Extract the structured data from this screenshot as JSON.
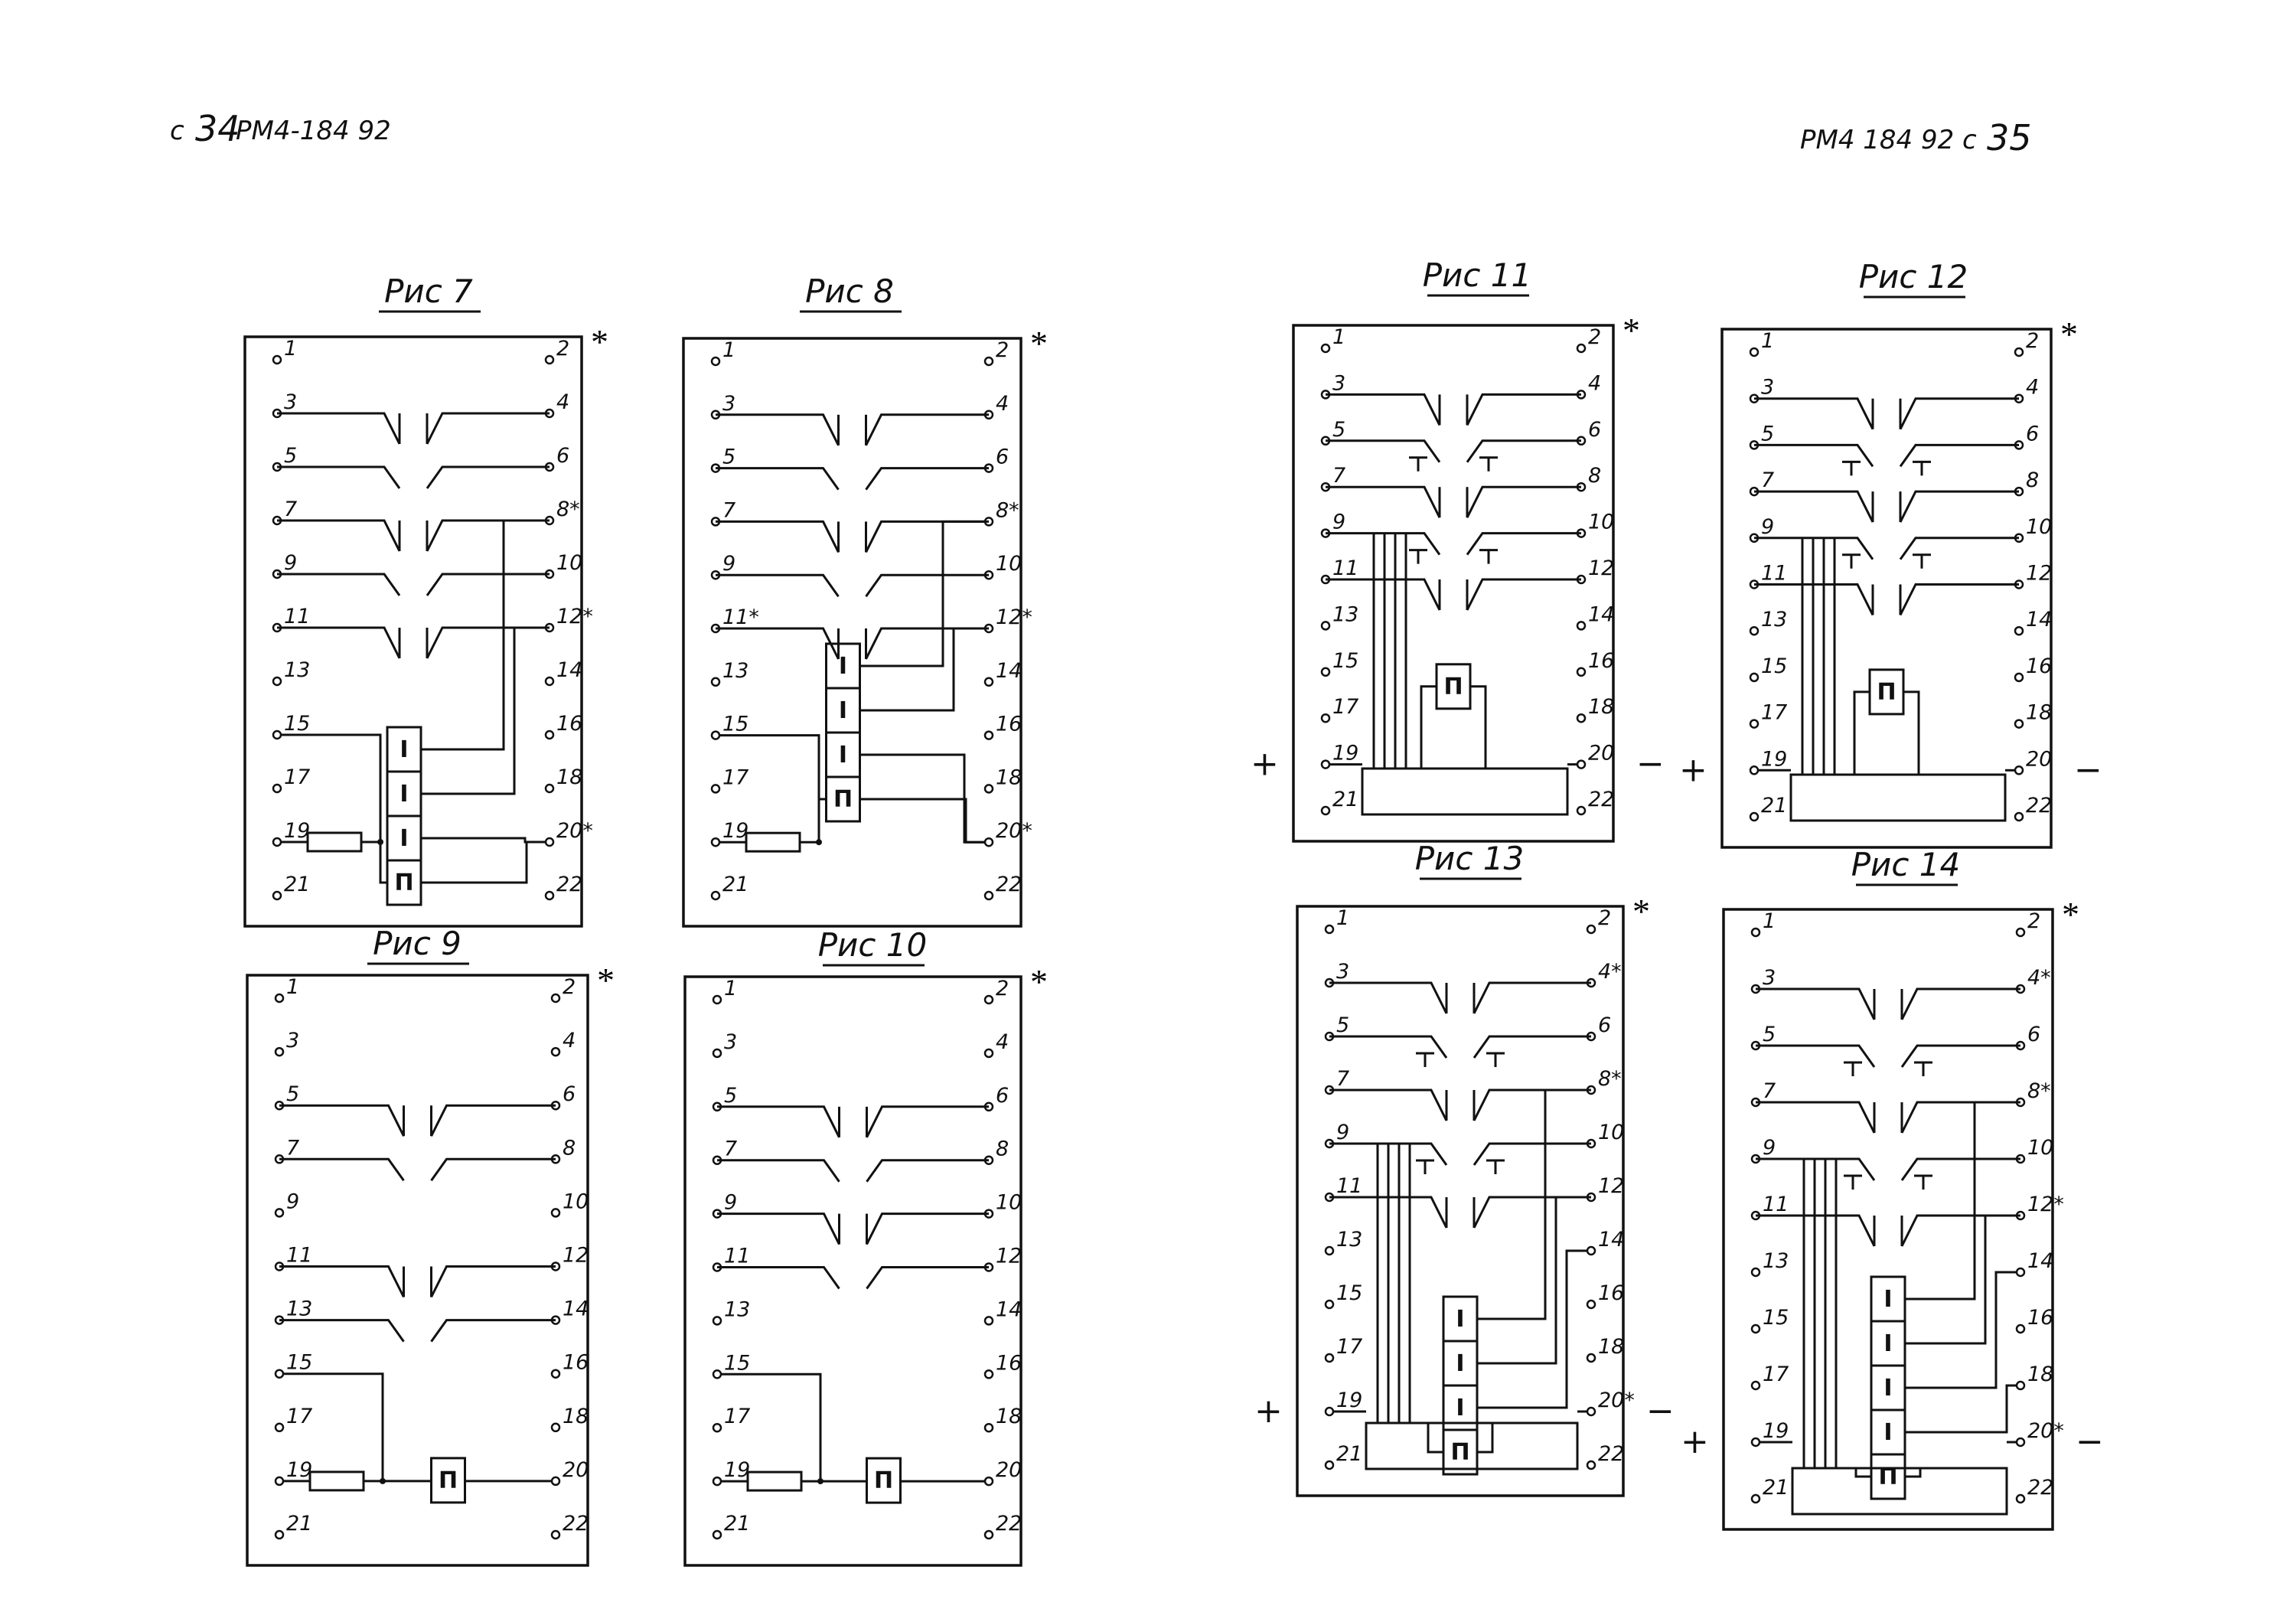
{
  "header": {
    "left_prefix": "с",
    "left_page": "34",
    "left_doc": "РМ4-184 92",
    "right_doc": "РМ4 184 92 с",
    "right_page": "35"
  },
  "figures": [
    {
      "id": "fig7",
      "title": "Рис 7",
      "corner_mark": "*",
      "polarity": null,
      "terminals_left": [
        "1",
        "3",
        "5",
        "7",
        "9",
        "11",
        "13",
        "15",
        "17",
        "19",
        "21"
      ],
      "terminals_right": [
        "2",
        "4",
        "6",
        "8*",
        "10",
        "12*",
        "14",
        "16",
        "18",
        "20*",
        "22"
      ],
      "coil_cells": [
        "I",
        "I",
        "I",
        "П"
      ],
      "resistor": true
    },
    {
      "id": "fig8",
      "title": "Рис 8",
      "corner_mark": "*",
      "polarity": null,
      "terminals_left": [
        "1",
        "3",
        "5",
        "7",
        "9",
        "11*",
        "13",
        "15",
        "17",
        "19",
        "21"
      ],
      "terminals_right": [
        "2",
        "4",
        "6",
        "8*",
        "10",
        "12*",
        "14",
        "16",
        "18",
        "20*",
        "22"
      ],
      "coil_cells": [
        "I",
        "I",
        "I",
        "П"
      ],
      "resistor": true
    },
    {
      "id": "fig9",
      "title": "Рис 9",
      "corner_mark": "*",
      "polarity": null,
      "terminals_left": [
        "1",
        "3",
        "5",
        "7",
        "9",
        "11",
        "13",
        "15",
        "17",
        "19",
        "21"
      ],
      "terminals_right": [
        "2",
        "4",
        "6",
        "8",
        "10",
        "12",
        "14",
        "16",
        "18",
        "20",
        "22"
      ],
      "coil_cells": [
        "П"
      ],
      "resistor": true
    },
    {
      "id": "fig10",
      "title": "Рис 10",
      "corner_mark": "*",
      "polarity": null,
      "terminals_left": [
        "1",
        "3",
        "5",
        "7",
        "9",
        "11",
        "13",
        "15",
        "17",
        "19",
        "21"
      ],
      "terminals_right": [
        "2",
        "4",
        "6",
        "8",
        "10",
        "12",
        "14",
        "16",
        "18",
        "20",
        "22"
      ],
      "coil_cells": [
        "П"
      ],
      "resistor": true
    },
    {
      "id": "fig11",
      "title": "Рис 11",
      "corner_mark": "*",
      "polarity": [
        "+",
        "−"
      ],
      "terminals_left": [
        "1",
        "3",
        "5",
        "7",
        "9",
        "11",
        "13",
        "15",
        "17",
        "19",
        "21"
      ],
      "terminals_right": [
        "2",
        "4",
        "6",
        "8",
        "10",
        "12",
        "14",
        "16",
        "18",
        "20",
        "22"
      ],
      "coil_cells": [
        "П"
      ],
      "resistor": false
    },
    {
      "id": "fig12",
      "title": "Рис 12",
      "corner_mark": "*",
      "polarity": [
        "+",
        "−"
      ],
      "terminals_left": [
        "1",
        "3",
        "5",
        "7",
        "9",
        "11",
        "13",
        "15",
        "17",
        "19",
        "21"
      ],
      "terminals_right": [
        "2",
        "4",
        "6",
        "8",
        "10",
        "12",
        "14",
        "16",
        "18",
        "20",
        "22"
      ],
      "coil_cells": [
        "П"
      ],
      "resistor": false
    },
    {
      "id": "fig13",
      "title": "Рис 13",
      "corner_mark": "*",
      "polarity": [
        "+",
        "−"
      ],
      "terminals_left": [
        "1",
        "3",
        "5",
        "7",
        "9",
        "11",
        "13",
        "15",
        "17",
        "19",
        "21"
      ],
      "terminals_right": [
        "2",
        "4*",
        "6",
        "8*",
        "10",
        "12",
        "14",
        "16",
        "18",
        "20*",
        "22"
      ],
      "coil_cells": [
        "I",
        "I",
        "I",
        "П"
      ],
      "resistor": false
    },
    {
      "id": "fig14",
      "title": "Рис 14",
      "corner_mark": "*",
      "polarity": [
        "+",
        "−"
      ],
      "terminals_left": [
        "1",
        "3",
        "5",
        "7",
        "9",
        "11",
        "13",
        "15",
        "17",
        "19",
        "21"
      ],
      "terminals_right": [
        "2",
        "4*",
        "6",
        "8*",
        "10",
        "12*",
        "14",
        "16",
        "18",
        "20*",
        "22"
      ],
      "coil_cells": [
        "I",
        "I",
        "I",
        "I",
        "П"
      ],
      "resistor": false
    }
  ]
}
